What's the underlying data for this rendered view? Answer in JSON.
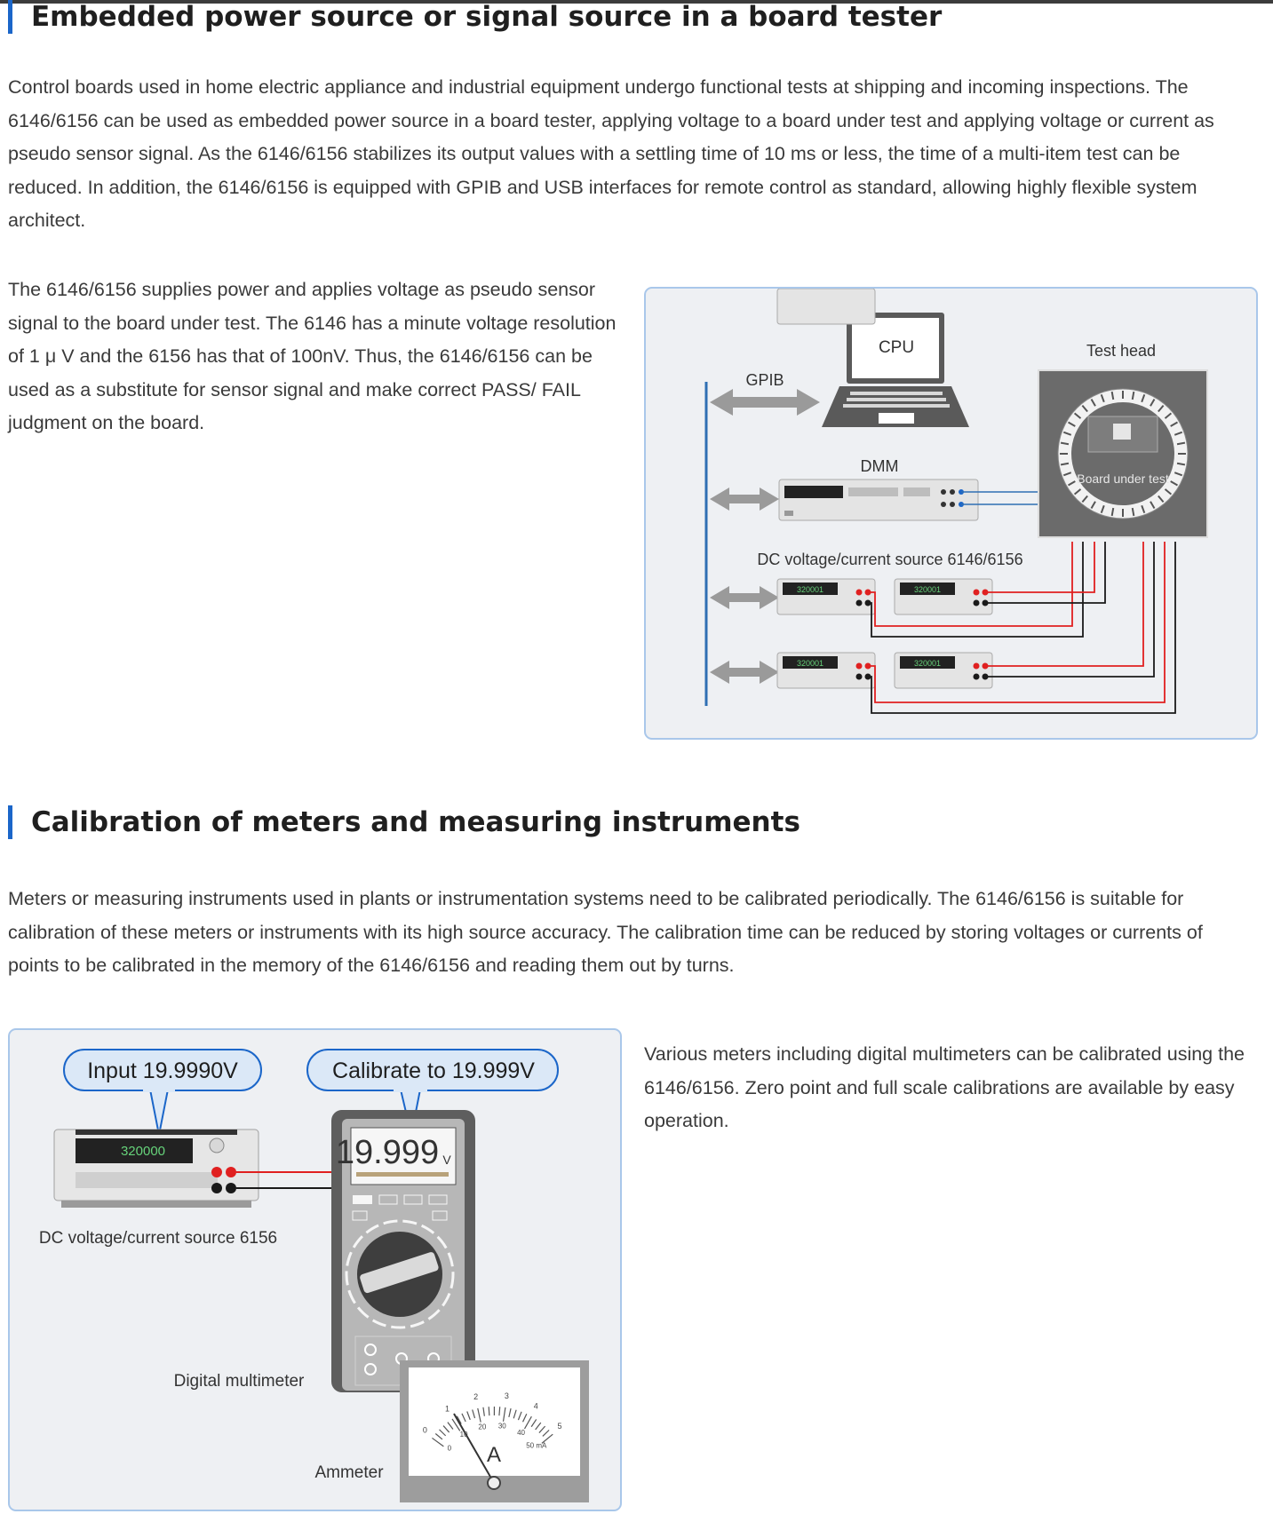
{
  "section1": {
    "title": "Embedded power source or signal source in a board tester",
    "intro": "Control boards used in home electric appliance and industrial equipment undergo functional tests at shipping and incoming inspections. The 6146/6156 can be used as embedded power source in a board tester, applying voltage to a board under test and applying voltage or current as pseudo sensor signal. As the 6146/6156 stabilizes its output values with a settling time of 10 ms or less, the time of a multi-item test can be reduced. In addition, the 6146/6156 is equipped with GPIB and USB interfaces for remote control as standard, allowing highly flexible system architect.",
    "side_text": "The 6146/6156 supplies power and applies voltage as pseudo sensor signal to the board under test. The 6146 has a minute voltage resolution of 1 μ V and the 6156 has that of 100nV. Thus, the 6146/6156 can be used as a substitute for sensor signal and make correct PASS/ FAIL judgment on the board.",
    "diagram": {
      "cpu_label": "CPU",
      "gpib_label": "GPIB",
      "test_head_label": "Test head",
      "dmm_label": "DMM",
      "board_label": "Board under test",
      "source_label": "DC voltage/current source 6146/6156",
      "display_value": "320001"
    }
  },
  "section2": {
    "title": "Calibration of meters and measuring instruments",
    "intro": "Meters or measuring instruments used in plants or instrumentation systems need to be calibrated periodically. The 6146/6156 is suitable for calibration of these meters or instruments with its high source accuracy. The calibration time can be reduced by storing voltages or currents of points to be calibrated in the memory of the 6146/6156 and reading them out by turns.",
    "side_text": "Various meters including digital multimeters can be calibrated using the 6146/6156. Zero point and full scale calibrations are available by easy operation.",
    "diagram": {
      "input_bubble": "Input 19.9990V",
      "calibrate_bubble": "Calibrate to 19.999V",
      "source_label": "DC voltage/current source 6156",
      "dmm_label": "Digital multimeter",
      "ammeter_label": "Ammeter",
      "dmm_reading": "19.999",
      "dmm_unit": "V",
      "source_display": "320000",
      "ammeter_unit": "A",
      "ammeter_scale_top": [
        "0",
        "1",
        "2",
        "3",
        "4",
        "5"
      ],
      "ammeter_scale_bottom": [
        "0",
        "10",
        "20",
        "30",
        "40",
        "50 mA"
      ]
    }
  },
  "colors": {
    "heading_bar": "#1b66c9",
    "diagram_border": "#a9c7ea",
    "diagram_bg": "#eef0f3",
    "gpib_bus": "#2f6fb3",
    "red_lead": "#e02020",
    "black_lead": "#1a1a1a"
  }
}
